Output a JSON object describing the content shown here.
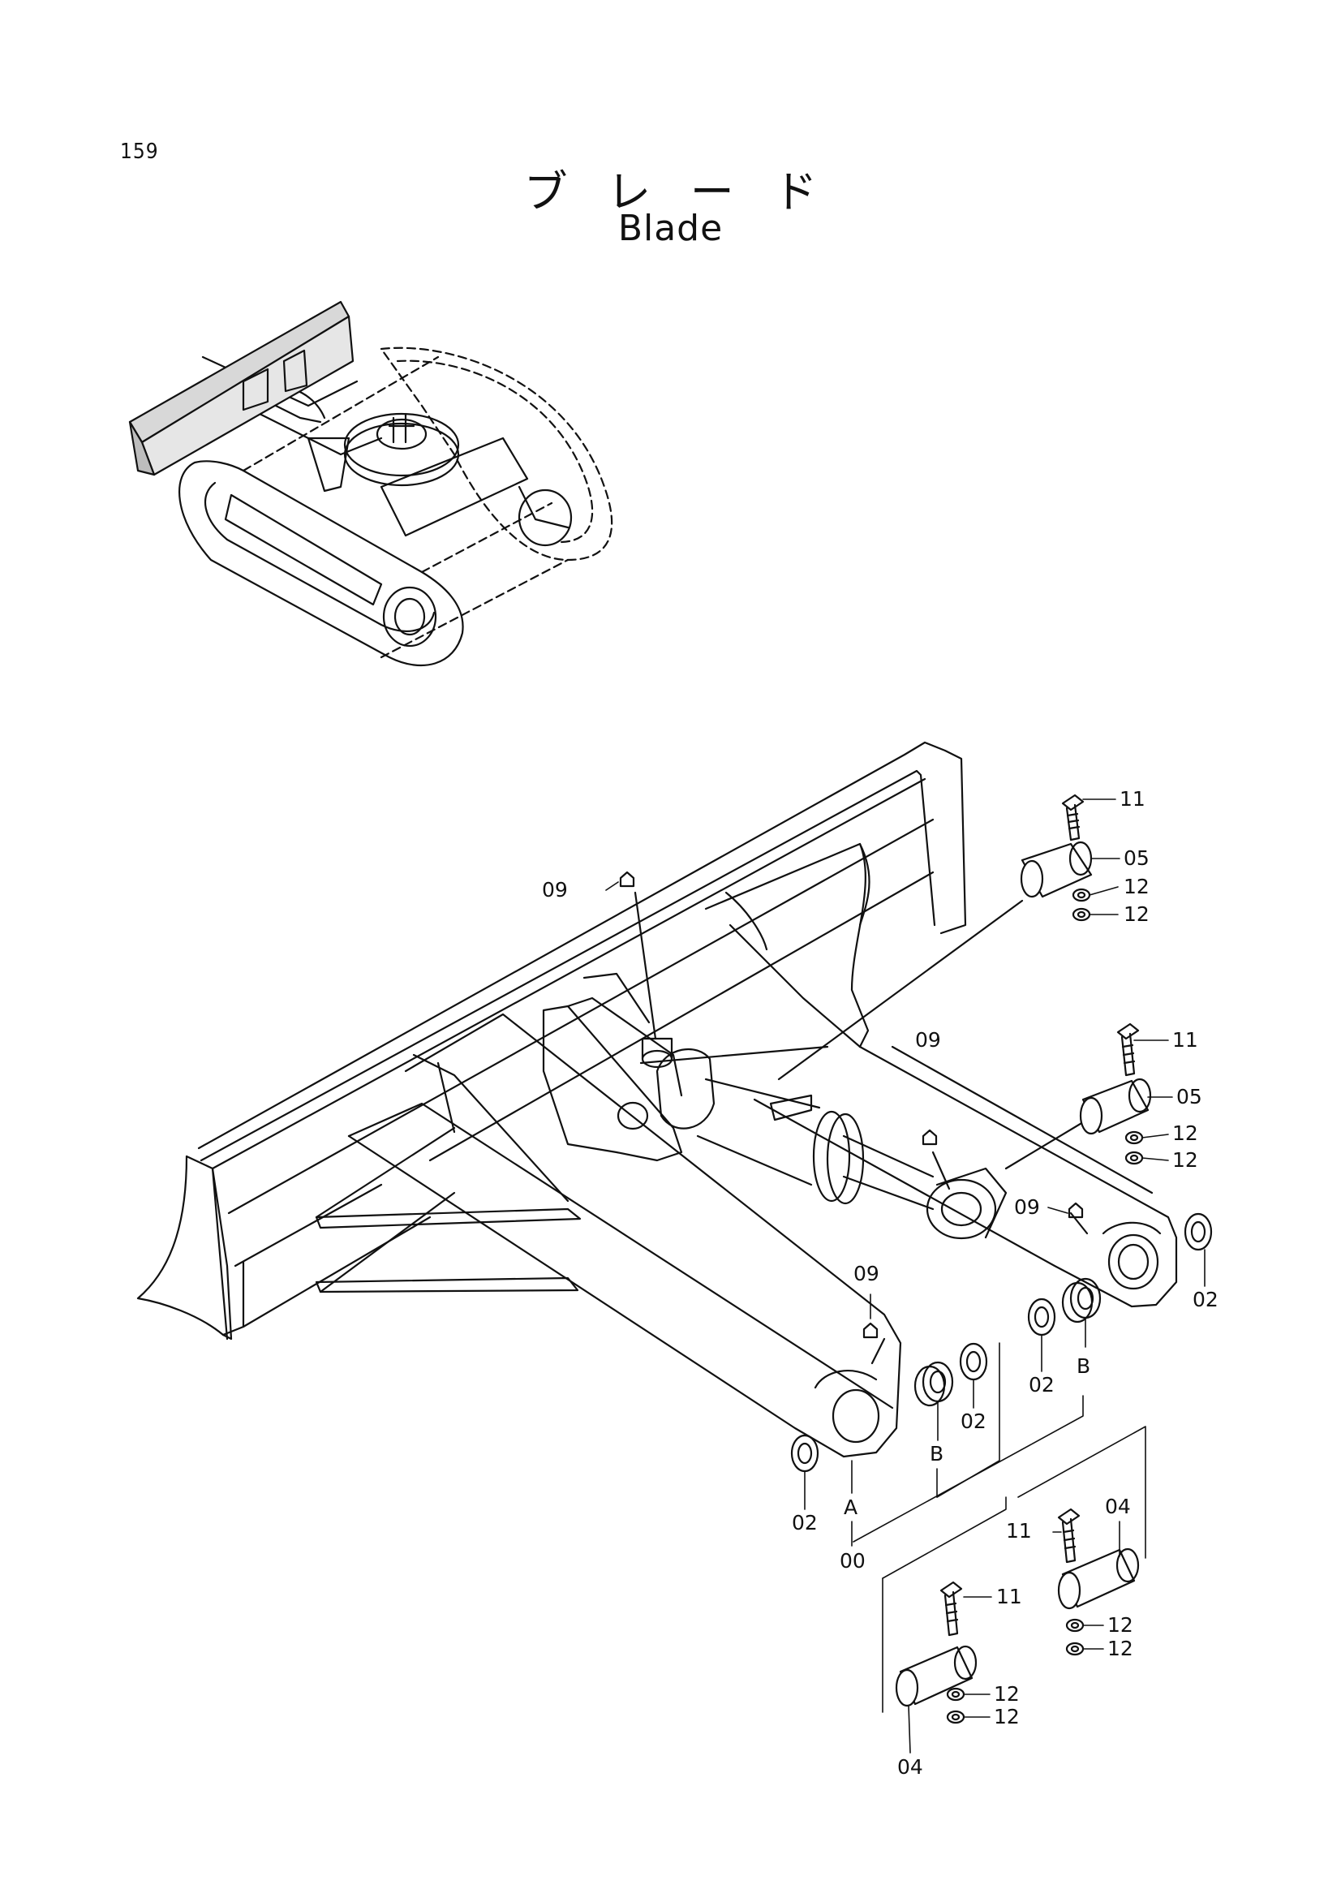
{
  "header": {
    "page_number": "159",
    "title_jp": "ブレード",
    "title_en": "Blade"
  },
  "callouts": {
    "c_11_top": "11",
    "c_05_top": "05",
    "c_12_top_a": "12",
    "c_12_top_b": "12",
    "c_09_left": "09",
    "c_09_mid": "09",
    "c_11_right": "11",
    "c_05_right": "05",
    "c_12_right_a": "12",
    "c_12_right_b": "12",
    "c_09_right": "09",
    "c_02_far_right": "02",
    "c_09_lower": "09",
    "c_02_lower_a": "02",
    "c_02_lower_b": "02",
    "c_02_bottom_left": "02",
    "c_B_left": "B",
    "c_B_right": "B",
    "c_A": "A",
    "c_00": "00",
    "c_04_upper": "04",
    "c_11_lower_a": "11",
    "c_11_lower_b": "11",
    "c_12_lower_a": "12",
    "c_12_lower_b": "12",
    "c_12_bottom_a": "12",
    "c_12_bottom_b": "12",
    "c_04_bottom": "04"
  }
}
